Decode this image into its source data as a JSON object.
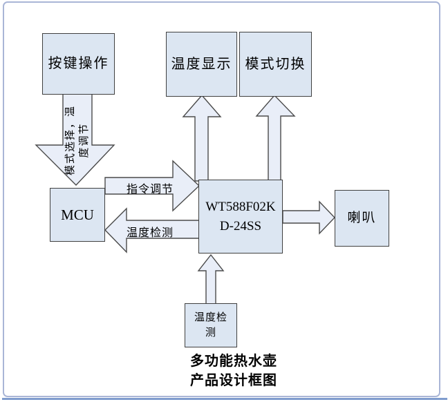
{
  "title": {
    "line1": "多功能热水壶",
    "line2": "产品设计框图"
  },
  "nodes": {
    "key_ops": "按键操作",
    "temp_display": "温度显示",
    "mode_switch": "模式切换",
    "mcu": "MCU",
    "chip_line1": "WT588F02K",
    "chip_line2": "D-24SS",
    "speaker": "喇叭",
    "temp_sensor_line1": "温度检",
    "temp_sensor_line2": "测"
  },
  "edges": {
    "mode_select_line1": "模式选择，温",
    "mode_select_line2": "度调节",
    "command_adjust": "指令调节",
    "temp_detect": "温度检测"
  },
  "colors": {
    "node_fill": "#dce6f2",
    "arrow_fill": "#e9eef8",
    "node_border": "#3f3f3f",
    "arrow_border": "#4a4a4a",
    "frame_border": "#a9b5d6",
    "bottom_rule": "#7f9cce"
  }
}
